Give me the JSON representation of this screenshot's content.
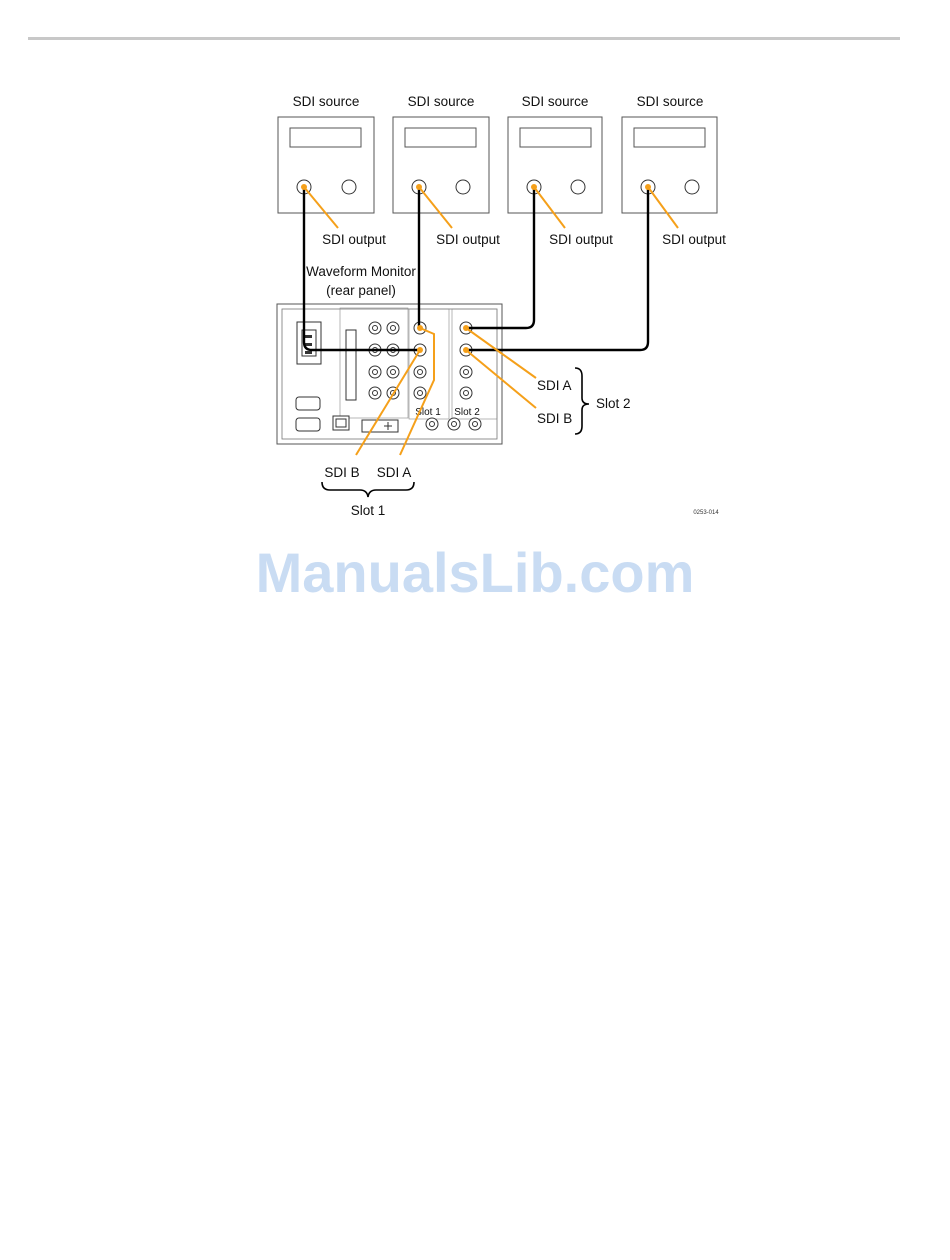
{
  "sources": [
    {
      "label": "SDI source",
      "output_label": "SDI output"
    },
    {
      "label": "SDI source",
      "output_label": "SDI output"
    },
    {
      "label": "SDI source",
      "output_label": "SDI output"
    },
    {
      "label": "SDI source",
      "output_label": "SDI output"
    }
  ],
  "monitor": {
    "title": "Waveform Monitor",
    "subtitle": "(rear panel)"
  },
  "panel": {
    "slot1": "Slot 1",
    "slot2": "Slot 2"
  },
  "slot2_callouts": {
    "sdi_a": "SDI A",
    "sdi_b": "SDI B",
    "group": "Slot 2"
  },
  "slot1_callouts": {
    "sdi_b": "SDI B",
    "sdi_a": "SDI A",
    "group": "Slot 1"
  },
  "figure_id": "0253-014",
  "watermark": "ManualsLib.com",
  "colors": {
    "leader": "#f5a01a",
    "cable": "#000000",
    "outline": "#555555",
    "watermark": "#c9dcf3"
  }
}
